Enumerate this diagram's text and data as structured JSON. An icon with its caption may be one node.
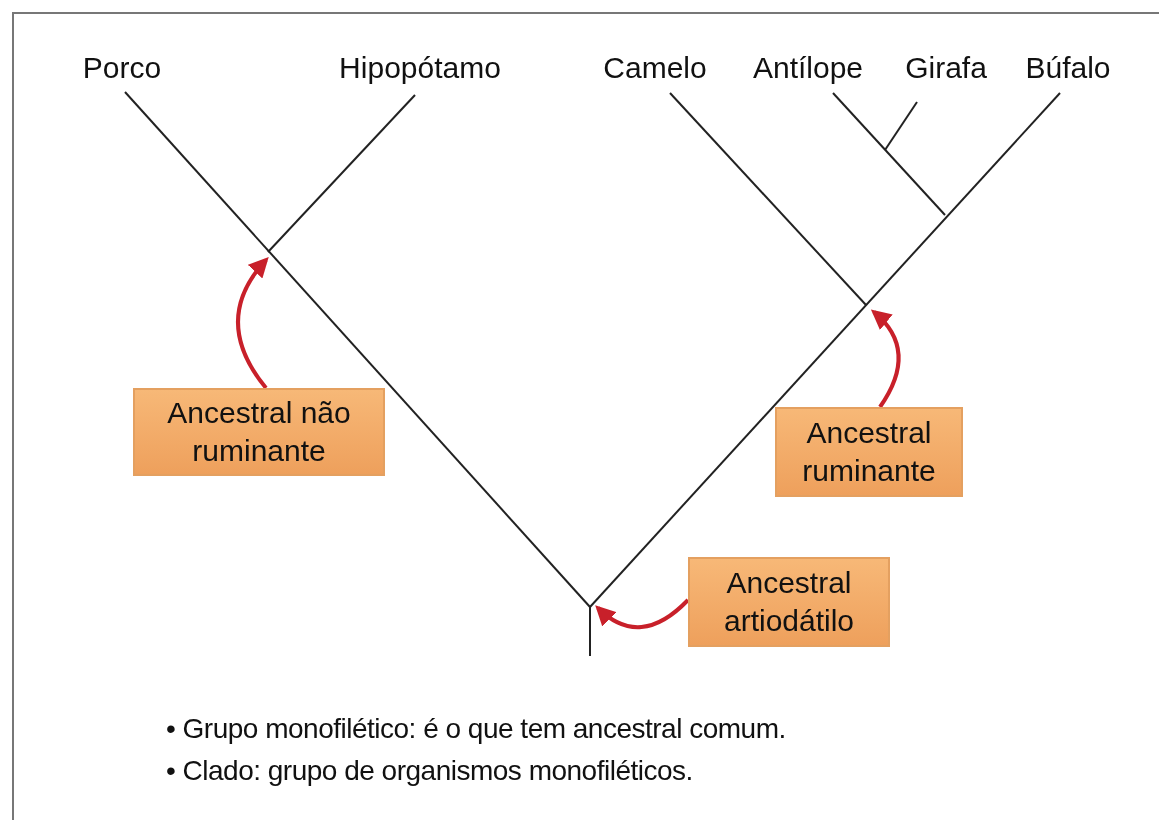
{
  "diagram": {
    "nodes": [
      {
        "text": [
          "Ancestral não ruminante"
        ]
      },
      {
        "text": [
          "Ancestral ruminante"
        ]
      },
      {
        "text": [
          "Ancestral artiodátilo"
        ]
      }
    ],
    "edges": [
      {
        "from": 0,
        "to": null,
        "arrow": "to"
      },
      {
        "from": 1,
        "to": null,
        "arrow": "to"
      },
      {
        "from": 2,
        "to": null,
        "arrow": "to"
      }
    ],
    "labels": [
      "Porco",
      "Hipopótamo",
      "Camelo",
      "Antílope",
      "Girafa",
      "Búfalo",
      "• Grupo monofilético: é o que tem ancestral comum.",
      "• Clado: grupo de organismos monofiléticos."
    ]
  }
}
